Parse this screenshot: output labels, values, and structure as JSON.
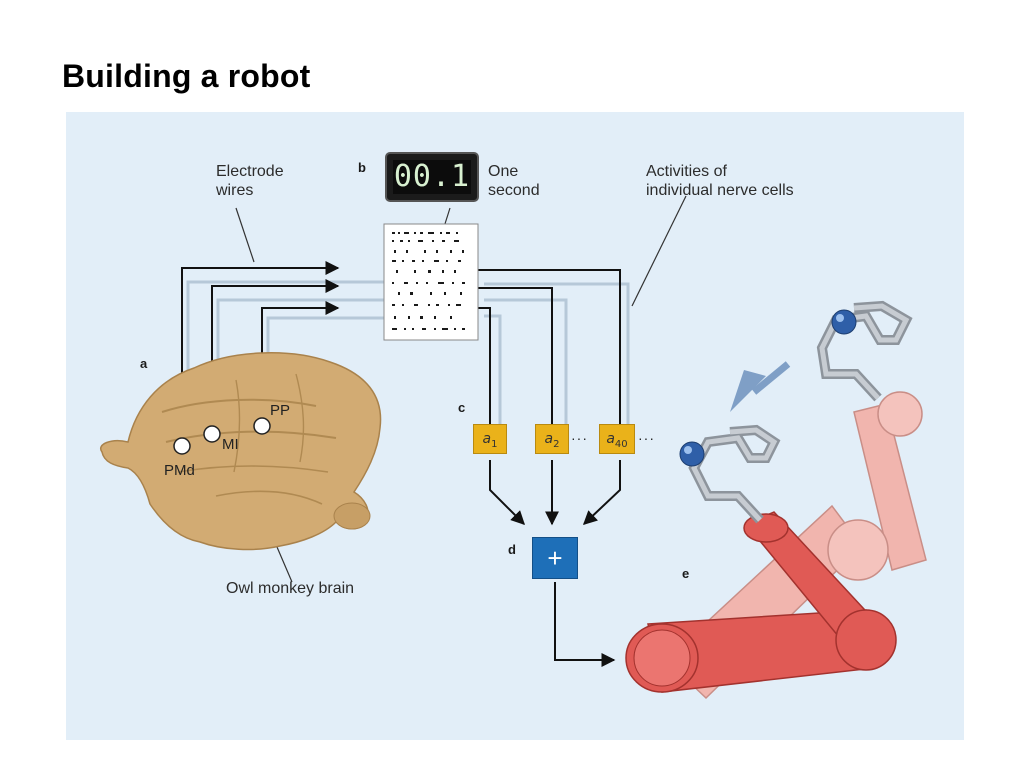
{
  "slide": {
    "title": "Building a robot"
  },
  "panels": {
    "a": "a",
    "b": "b",
    "c": "c",
    "d": "d",
    "e": "e"
  },
  "labels": {
    "electrode_wires": [
      "Electrode",
      "wires"
    ],
    "one_second": [
      "One",
      "second"
    ],
    "activities": [
      "Activities of",
      "individual nerve cells"
    ],
    "brain": "Owl monkey brain"
  },
  "timer": {
    "value": "00.1"
  },
  "regions": {
    "pmd": "PMd",
    "mi": "MI",
    "pp": "PP"
  },
  "units": [
    {
      "var": "a",
      "sub": "1"
    },
    {
      "var": "a",
      "sub": "2"
    },
    {
      "var": "a",
      "sub": "40"
    }
  ],
  "ellipsis": "···",
  "sum_symbol": "+",
  "colors": {
    "background": "#e2eef8",
    "brain": "#d2ab73",
    "unit_box": "#eab21a",
    "sum_box": "#1e6fb8",
    "arm_near": "#e05a55",
    "arm_far": "#f1b5ae",
    "ball": "#2f5fa8"
  }
}
